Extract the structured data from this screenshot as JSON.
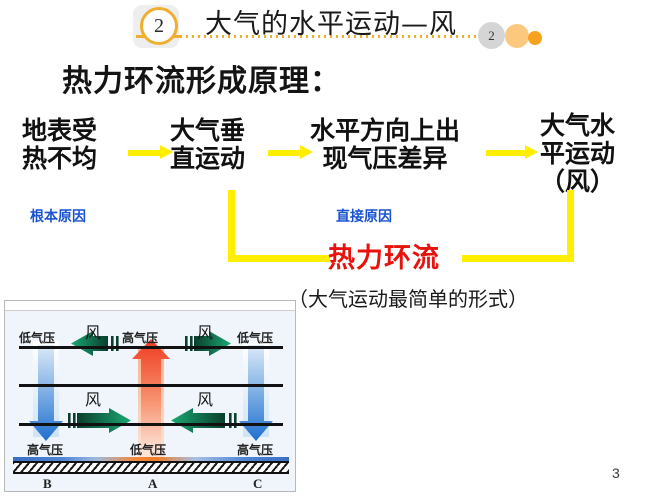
{
  "header": {
    "chapter_badge": "2",
    "title": "大气的水平运动—风",
    "right_badge": "2",
    "accent_orange": "#f0ae2e",
    "dot_leader_icon": "dotted-leader"
  },
  "heading": "热力环流形成原理：",
  "flow": {
    "boxes": [
      {
        "line1": "地表受",
        "line2": "热不均"
      },
      {
        "line1": "大气垂",
        "line2": "直运动"
      },
      {
        "line1": "水平方向上出",
        "line2": "现气压差异"
      },
      {
        "line1": "大气水",
        "line2": "平运动",
        "line3": "（风）"
      }
    ],
    "arrow_color": "#ffee00",
    "causes": [
      {
        "label": "根本原因"
      },
      {
        "label": "直接原因"
      }
    ],
    "cause_color": "#1a53d0",
    "loop_label": "热力环流",
    "loop_label_color": "#e8120c"
  },
  "caption": "（大气运动最简单的形式）",
  "diagram": {
    "top_row": {
      "left_pressure": "低气压",
      "center_pressure": "高气压",
      "right_pressure": "低气压",
      "wind_left": "风",
      "wind_right": "风"
    },
    "mid_row": {
      "wind_left": "风",
      "wind_right": "风"
    },
    "bottom_row": {
      "left_pressure": "高气压",
      "center_pressure": "低气压",
      "right_pressure": "高气压"
    },
    "site_labels": [
      "B",
      "A",
      "C"
    ],
    "colors": {
      "rising_arrow": "#ef3b1f",
      "sinking_arrow": "#1f6fd0",
      "horizontal_arrow": "#0d6b4a",
      "level_line": "#111111"
    }
  },
  "page_number": "3"
}
